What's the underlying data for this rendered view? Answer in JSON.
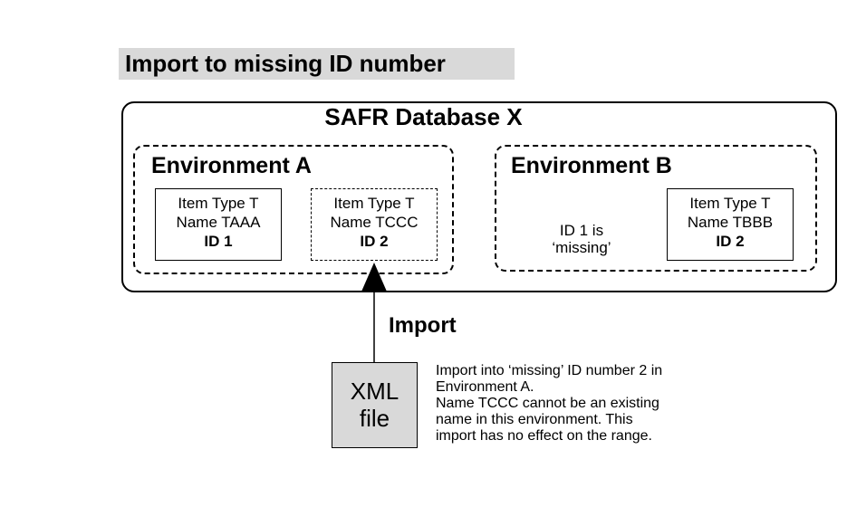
{
  "title": "Import to missing ID number",
  "database": {
    "title": "SAFR Database X"
  },
  "environment_a": {
    "label": "Environment A",
    "items": [
      {
        "line1": "Item Type T",
        "line2": "Name TAAA",
        "id": "ID 1"
      },
      {
        "line1": "Item Type T",
        "line2": "Name TCCC",
        "id": "ID 2"
      }
    ]
  },
  "environment_b": {
    "label": "Environment B",
    "missing_line1": "ID 1 is",
    "missing_line2": "‘missing’",
    "items": [
      {
        "line1": "Item Type T",
        "line2": "Name TBBB",
        "id": "ID 2"
      }
    ]
  },
  "import_label": "Import",
  "xml_file": {
    "line1": "XML",
    "line2": "file"
  },
  "note": {
    "line1": "Import into ‘missing’ ID number 2 in",
    "line2": "Environment A.",
    "line3": "Name TCCC cannot be an existing",
    "line4": "name in this environment.  This",
    "line5": "import has no effect on the range."
  }
}
